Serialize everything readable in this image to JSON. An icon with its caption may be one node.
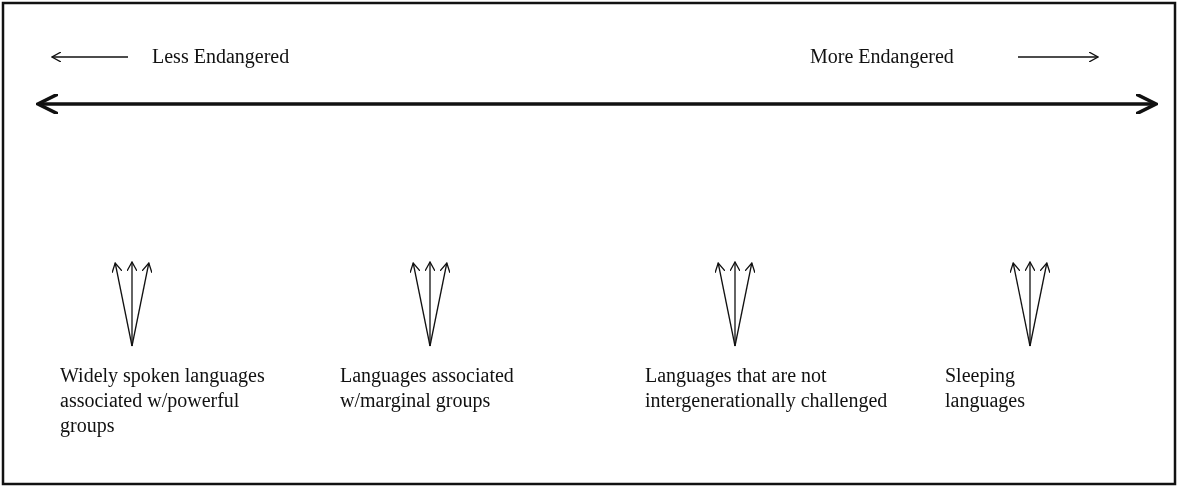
{
  "diagram": {
    "labels": [
      "Less Endangered",
      "More Endangered",
      "Widely spoken languages associated w/powerful groups",
      "Languages associated w/marginal groups",
      "Languages that are not intergenerationally challenged",
      "Sleeping languages"
    ]
  }
}
